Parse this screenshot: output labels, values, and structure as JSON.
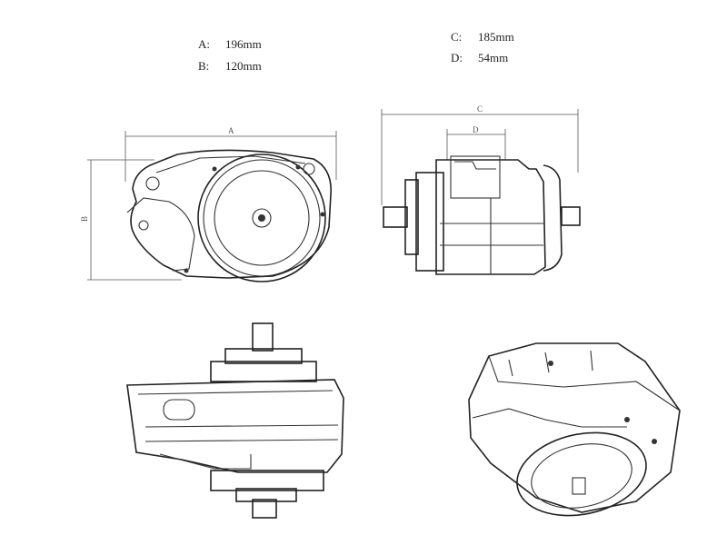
{
  "specs": [
    {
      "key": "A:",
      "value": "196mm"
    },
    {
      "key": "B:",
      "value": "120mm"
    },
    {
      "key": "C:",
      "value": "185mm"
    },
    {
      "key": "D:",
      "value": "54mm"
    }
  ],
  "dimension_labels": {
    "a": "A",
    "b": "B",
    "c": "C",
    "d": "D"
  }
}
